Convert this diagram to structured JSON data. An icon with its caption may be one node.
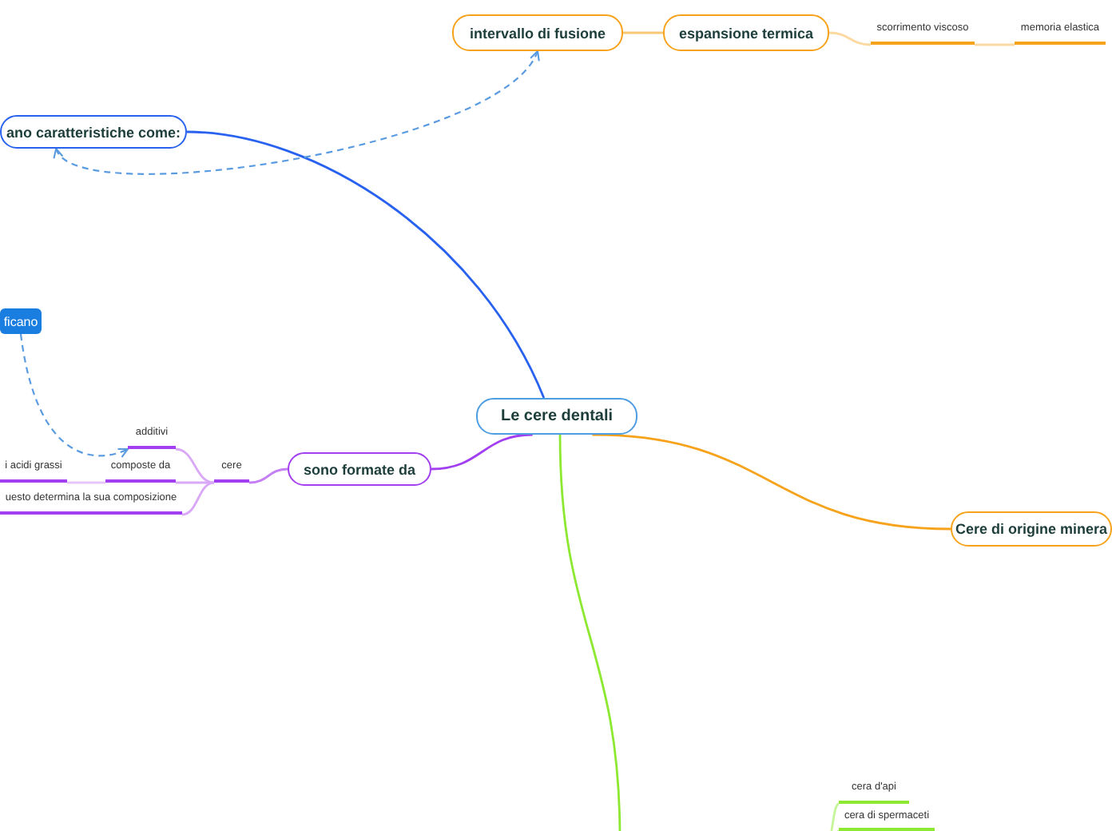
{
  "diagram": {
    "nodes": [
      {
        "text": [
          "Le cere dentali"
        ]
      },
      {
        "text": [
          "ano caratteristiche come:"
        ]
      },
      {
        "text": [
          "intervallo di fusione"
        ]
      },
      {
        "text": [
          "espansione termica"
        ]
      },
      {
        "text": [
          "scorrimento viscoso"
        ]
      },
      {
        "text": [
          "memoria elastica"
        ]
      },
      {
        "text": [
          "ficano"
        ]
      },
      {
        "text": [
          "sono formate da"
        ]
      },
      {
        "text": [
          "cere"
        ]
      },
      {
        "text": [
          "additivi"
        ]
      },
      {
        "text": [
          "composte da"
        ]
      },
      {
        "text": [
          "i acidi grassi"
        ]
      },
      {
        "text": [
          "uesto determina la sua composizione"
        ]
      },
      {
        "text": [
          "Cere di origine minera"
        ]
      },
      {
        "text": [
          "cera d'api"
        ]
      },
      {
        "text": [
          "cera di spermaceti"
        ]
      }
    ],
    "edges": [
      {
        "from": 0,
        "to": 1,
        "arrow": "none",
        "color": "#2a62f0"
      },
      {
        "from": 0,
        "to": 7,
        "arrow": "none",
        "color": "#a23ff0"
      },
      {
        "from": 0,
        "to": 13,
        "arrow": "none",
        "color": "#f7a21b"
      },
      {
        "from": 0,
        "to": null,
        "arrow": "none",
        "color": "#8ce830"
      },
      {
        "from": 1,
        "to": 2,
        "arrow": "both",
        "style": "dashed",
        "color": "#5b9be0"
      },
      {
        "from": 2,
        "to": 3,
        "arrow": "none",
        "color": "#f9c774"
      },
      {
        "from": 3,
        "to": 4,
        "arrow": "none",
        "color": "#fbd9a0"
      },
      {
        "from": 4,
        "to": 5,
        "arrow": "none",
        "color": "#fbd9a0"
      },
      {
        "from": 6,
        "to": 9,
        "arrow": "to",
        "style": "dashed",
        "color": "#5b9be0"
      },
      {
        "from": 7,
        "to": 8,
        "arrow": "none",
        "color": "#c57ff5"
      },
      {
        "from": 8,
        "to": 9,
        "arrow": "none",
        "color": "#d9a8f7"
      },
      {
        "from": 8,
        "to": 10,
        "arrow": "none",
        "color": "#d9a8f7"
      },
      {
        "from": 8,
        "to": 12,
        "arrow": "none",
        "color": "#d9a8f7"
      },
      {
        "from": 10,
        "to": 11,
        "arrow": "none",
        "color": "#e6c6fa"
      },
      {
        "from": null,
        "to": 14,
        "arrow": "none",
        "color": "#c6f59a"
      },
      {
        "from": null,
        "to": 15,
        "arrow": "none",
        "color": "#c6f59a"
      }
    ]
  }
}
